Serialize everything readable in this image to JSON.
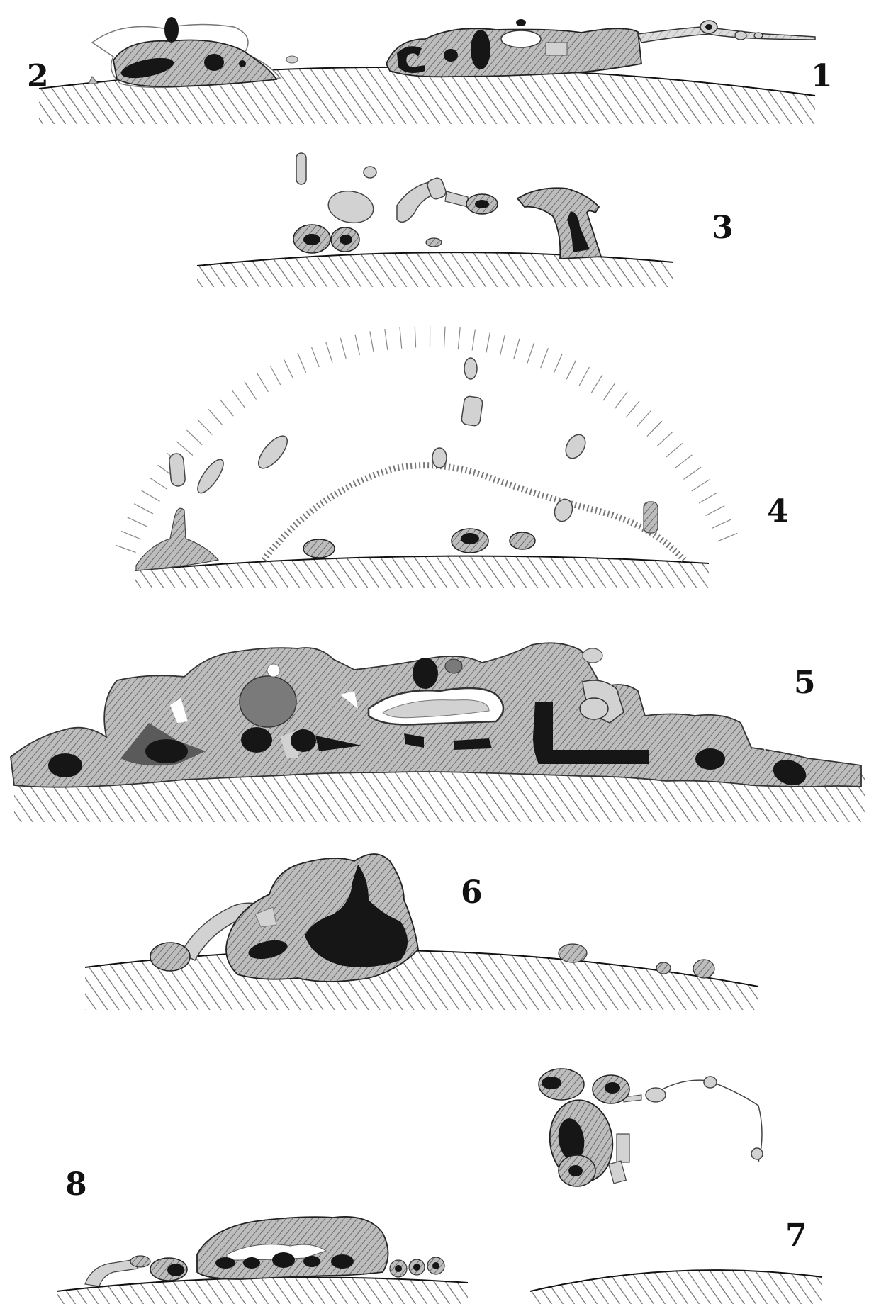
{
  "figure": {
    "panels": [
      {
        "id": "1",
        "label": "1"
      },
      {
        "id": "2",
        "label": "2"
      },
      {
        "id": "3",
        "label": "3"
      },
      {
        "id": "4",
        "label": "4"
      },
      {
        "id": "5",
        "label": "5"
      },
      {
        "id": "6",
        "label": "6"
      },
      {
        "id": "7",
        "label": "7"
      },
      {
        "id": "8",
        "label": "8"
      }
    ],
    "colors": {
      "ink": "#111111",
      "mid_gray": "#9a9a9a",
      "light_gray": "#d2d2d2",
      "dark": "#161616",
      "paper": "#ffffff"
    }
  }
}
